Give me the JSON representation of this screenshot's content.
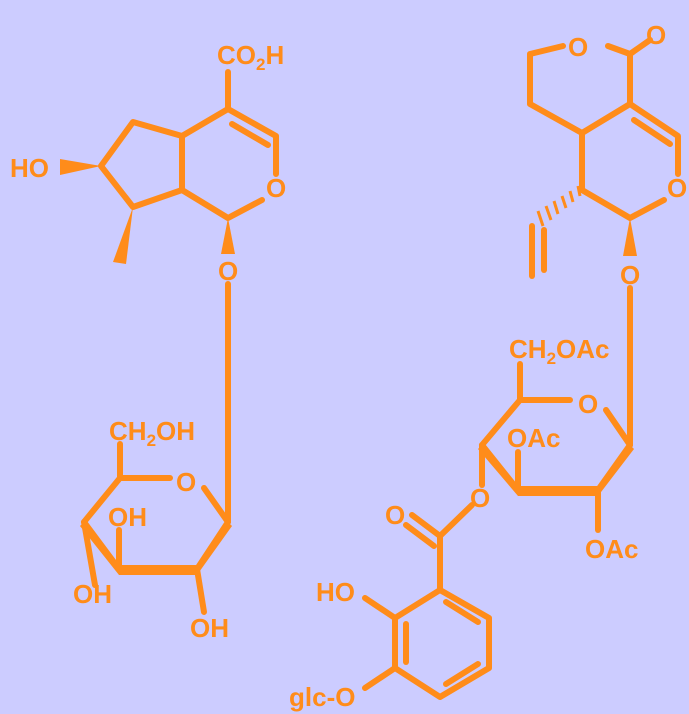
{
  "colors": {
    "background": "#ccccff",
    "structure": "#ff8c1a"
  },
  "left_molecule": {
    "acid_label": "CO",
    "acid_sub": "2",
    "acid_h": "H",
    "hydroxyl_label": "HO",
    "ring_oxygen_label": "O",
    "glycosidic_oxygen_label": "O",
    "sugar_ch2_label": "CH",
    "sugar_ch2_sub": "2",
    "sugar_ch2_oh": "OH",
    "sugar_ring_oxygen_label": "O",
    "sugar_oh_3": "OH",
    "sugar_oh_4": "OH",
    "sugar_oh_2": "OH"
  },
  "right_molecule": {
    "lactone_ring_oxygen": "O",
    "carbonyl_oxygen": "O",
    "ring_oxygen_label": "O",
    "glycosidic_oxygen_label": "O",
    "sugar_ch2_label": "CH",
    "sugar_ch2_sub": "2",
    "sugar_ch2_oac": "OAc",
    "sugar_ring_oxygen_label": "O",
    "sugar_oac_3": "OAc",
    "sugar_oac_2": "OAc",
    "ester_oxygen": "O",
    "ester_carbonyl_oxygen": "O",
    "phenol_label": "HO",
    "glucosyl_label": "glc-O"
  }
}
